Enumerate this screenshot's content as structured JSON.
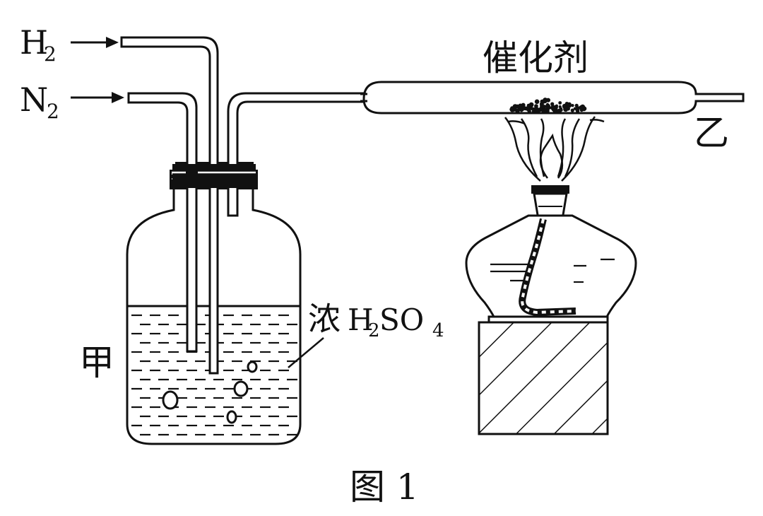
{
  "labels": {
    "h2": {
      "base": "H",
      "sub": "2"
    },
    "n2": {
      "base": "N",
      "sub": "2"
    },
    "catalyst": "催化剂",
    "yi": "乙",
    "jia": "甲",
    "acid": {
      "prefix": "浓",
      "h": "H",
      "h_sub": "2",
      "so": "SO",
      "o_sub": "4"
    },
    "caption": "图 1"
  },
  "colors": {
    "ink": "#111111",
    "paper": "#ffffff"
  },
  "icons": [
    "gas-inlet-arrow-icon",
    "wash-bottle-icon",
    "reaction-tube-icon",
    "alcohol-lamp-icon",
    "flame-icon",
    "wooden-block-icon"
  ]
}
